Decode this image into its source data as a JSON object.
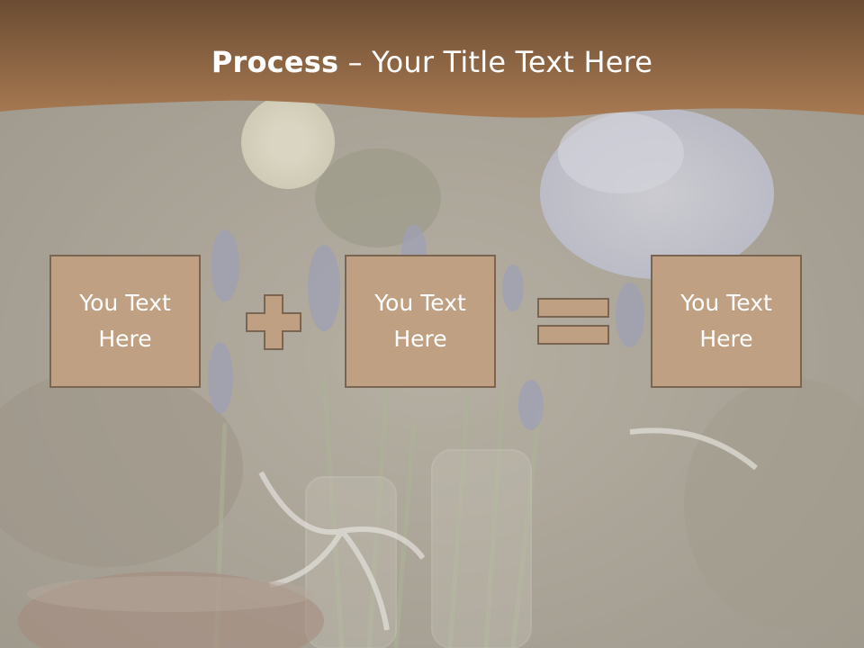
{
  "title": {
    "bold": "Process",
    "rest": " – Your Title Text Here"
  },
  "boxes": [
    {
      "line1": "You Text",
      "line2": "Here"
    },
    {
      "line1": "You Text",
      "line2": "Here"
    },
    {
      "line1": "You Text",
      "line2": "Here"
    }
  ],
  "operators": [
    "plus",
    "equals"
  ],
  "colors": {
    "header": "#9c7048",
    "box_fill": "#c0a082",
    "box_border": "#7a6452",
    "text": "#ffffff"
  }
}
